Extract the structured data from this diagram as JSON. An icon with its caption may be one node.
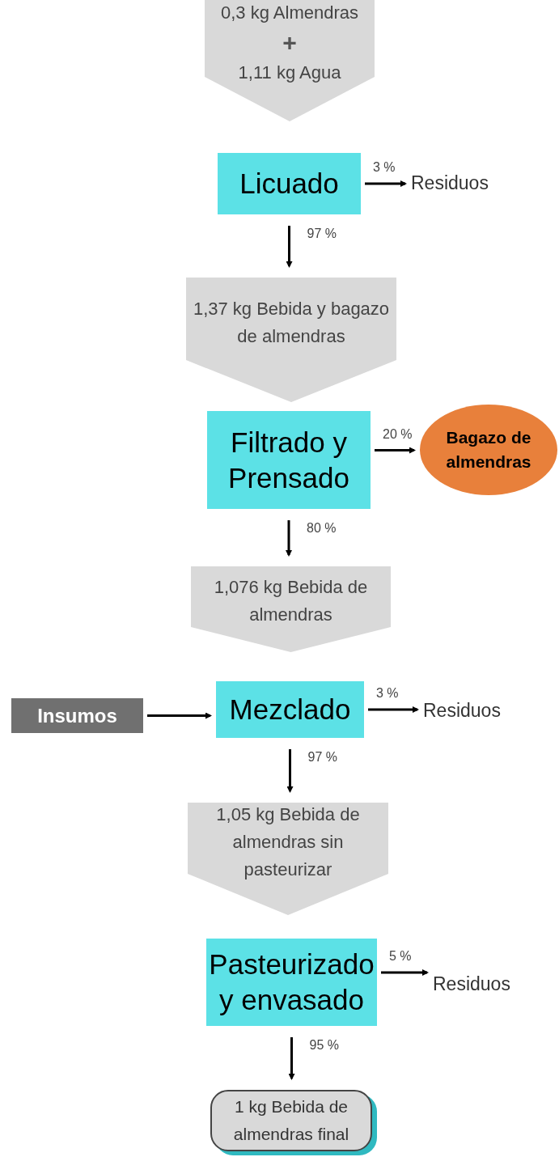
{
  "diagram": {
    "nodes": [
      {
        "text": [
          "0,3 kg Almendras",
          "+",
          "1,11 kg Agua"
        ]
      },
      {
        "text": [
          "Licuado"
        ]
      },
      {
        "text": [
          "Residuos"
        ]
      },
      {
        "text": [
          "1,37 kg Bebida y bagazo de almendras"
        ]
      },
      {
        "text": [
          "Filtrado y Prensado"
        ]
      },
      {
        "text": [
          "Bagazo de almendras"
        ]
      },
      {
        "text": [
          "1,076 kg Bebida de almendras"
        ]
      },
      {
        "text": [
          "Insumos"
        ]
      },
      {
        "text": [
          "Mezclado"
        ]
      },
      {
        "text": [
          "Residuos"
        ]
      },
      {
        "text": [
          "1,05 kg Bebida de almendras sin pasteurizar"
        ]
      },
      {
        "text": [
          "Pasteurizado y envasado"
        ]
      },
      {
        "text": [
          "Residuos"
        ]
      },
      {
        "text": [
          "1 kg Bebida de almendras final"
        ]
      }
    ],
    "edges": [
      {
        "from": 1,
        "to": 2,
        "arrow": "to",
        "label": "3 %"
      },
      {
        "from": 1,
        "to": 3,
        "arrow": "to",
        "label": "97 %"
      },
      {
        "from": 4,
        "to": 5,
        "arrow": "to",
        "label": "20 %"
      },
      {
        "from": 4,
        "to": 6,
        "arrow": "to",
        "label": "80 %"
      },
      {
        "from": 7,
        "to": 8,
        "arrow": "to"
      },
      {
        "from": 8,
        "to": 9,
        "arrow": "to",
        "label": "3 %"
      },
      {
        "from": 8,
        "to": 10,
        "arrow": "to",
        "label": "97 %"
      },
      {
        "from": 11,
        "to": 12,
        "arrow": "to",
        "label": "5 %"
      },
      {
        "from": 11,
        "to": 13,
        "arrow": "to",
        "label": "95 %"
      }
    ]
  }
}
